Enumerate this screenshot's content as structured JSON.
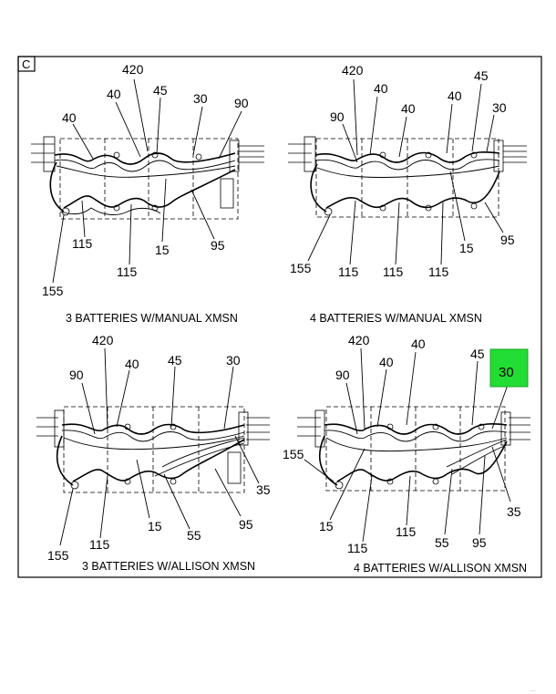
{
  "sheet_letter": "C",
  "highlight": {
    "label": "30",
    "color": "#22dd33"
  },
  "corner_mark": "...",
  "panels": [
    {
      "caption": "3 BATTERIES W/MANUAL XMSN",
      "callouts": [
        "420",
        "40",
        "45",
        "30",
        "90",
        "40",
        "115",
        "115",
        "15",
        "95",
        "155"
      ]
    },
    {
      "caption": "4 BATTERIES W/MANUAL XMSN",
      "callouts": [
        "420",
        "45",
        "40",
        "40",
        "40",
        "90",
        "30",
        "155",
        "115",
        "115",
        "115",
        "15",
        "95"
      ]
    },
    {
      "caption": "3 BATTERIES W/ALLISON XMSN",
      "callouts": [
        "420",
        "90",
        "40",
        "45",
        "30",
        "35",
        "95",
        "55",
        "15",
        "115",
        "155"
      ]
    },
    {
      "caption": "4 BATTERIES W/ALLISON XMSN",
      "callouts": [
        "420",
        "40",
        "45",
        "90",
        "40",
        "155",
        "15",
        "115",
        "115",
        "55",
        "95",
        "35"
      ]
    }
  ]
}
